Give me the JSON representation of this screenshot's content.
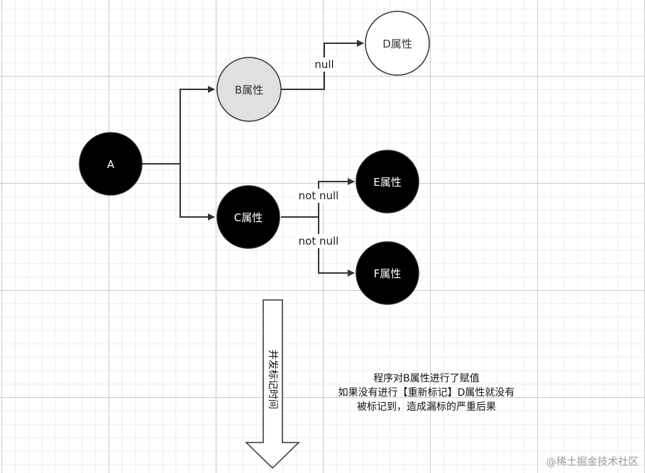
{
  "nodes": {
    "a": {
      "label": "A",
      "fill": "#000000",
      "text_color": "#ffffff"
    },
    "b": {
      "label": "B属性",
      "fill": "#e0e0e0",
      "text_color": "#333333"
    },
    "c": {
      "label": "C属性",
      "fill": "#000000",
      "text_color": "#ffffff"
    },
    "d": {
      "label": "D属性",
      "fill": "#ffffff",
      "text_color": "#333333"
    },
    "e": {
      "label": "E属性",
      "fill": "#000000",
      "text_color": "#ffffff"
    },
    "f": {
      "label": "F属性",
      "fill": "#000000",
      "text_color": "#ffffff"
    }
  },
  "edges": {
    "b_d": {
      "label": "null"
    },
    "c_e": {
      "label": "not null"
    },
    "c_f": {
      "label": "not null"
    }
  },
  "timeline": {
    "label": "并发标记时间"
  },
  "note": {
    "lines": [
      "程序对B属性进行了赋值",
      "如果没有进行【重新标记】D属性就没有",
      "被标记到，造成漏标的严重后果"
    ]
  },
  "watermark": {
    "text": "@稀土掘金技术社区"
  }
}
